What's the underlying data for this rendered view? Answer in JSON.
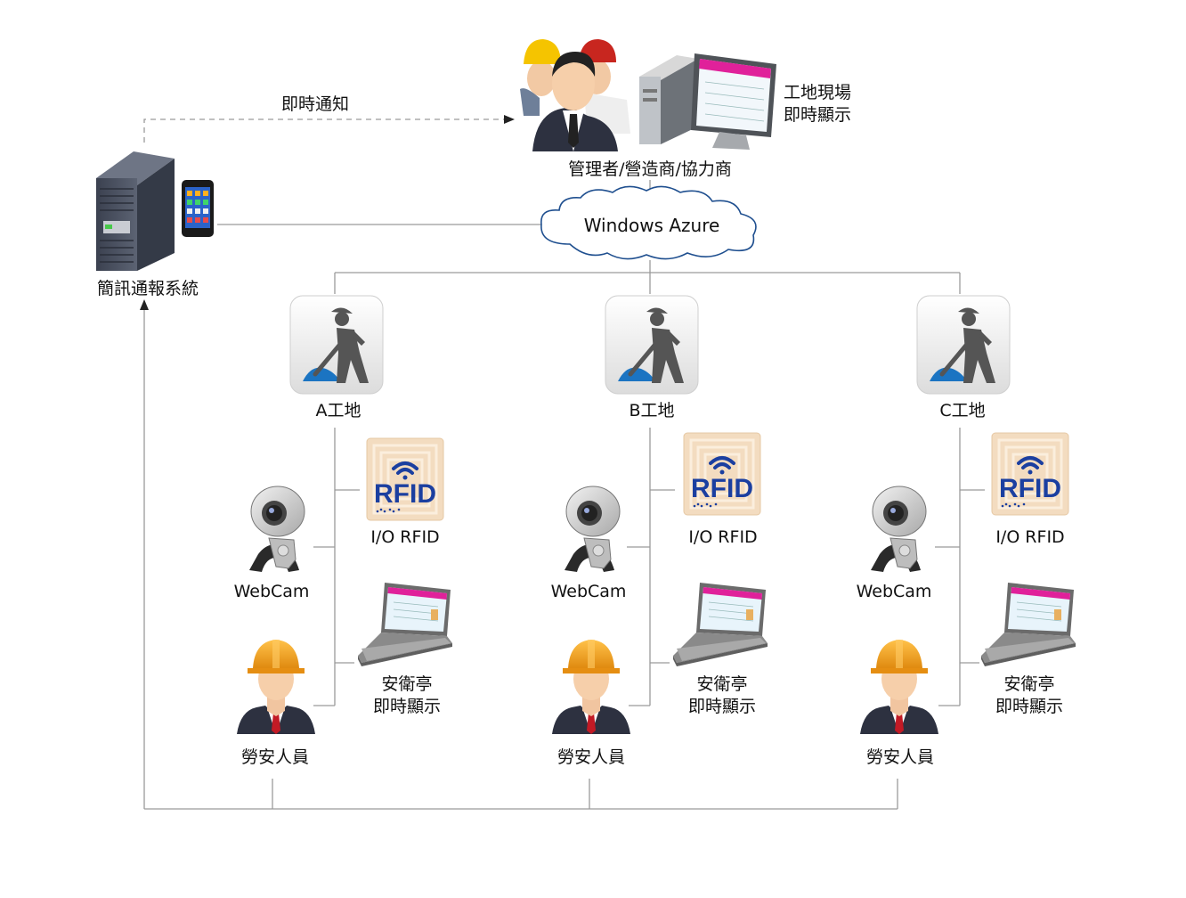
{
  "notify": {
    "label": "即時通知"
  },
  "managers": {
    "label": "管理者/營造商/協力商"
  },
  "site_display": {
    "line1": "工地現場",
    "line2": "即時顯示"
  },
  "cloud": {
    "label": "Windows Azure"
  },
  "sms": {
    "label": "簡訊通報系統"
  },
  "rfid_text": "RFID",
  "sites": [
    {
      "name": "A工地",
      "rfid": "I/O RFID",
      "webcam": "WebCam",
      "guard_line1": "安衛亭",
      "guard_line2": "即時顯示",
      "staff": "勞安人員"
    },
    {
      "name": "B工地",
      "rfid": "I/O RFID",
      "webcam": "WebCam",
      "guard_line1": "安衛亭",
      "guard_line2": "即時顯示",
      "staff": "勞安人員"
    },
    {
      "name": "C工地",
      "rfid": "I/O RFID",
      "webcam": "WebCam",
      "guard_line1": "安衛亭",
      "guard_line2": "即時顯示",
      "staff": "勞安人員"
    }
  ],
  "colors": {
    "connector": "#9a9a9a",
    "rfid_blue": "#1b3fa0",
    "rfid_bg": "#f3dcc0",
    "hardhat": "#f5a01a",
    "shovel_blue": "#1b74c2",
    "worker_gray": "#555555",
    "screen_magenta": "#e0219a"
  }
}
